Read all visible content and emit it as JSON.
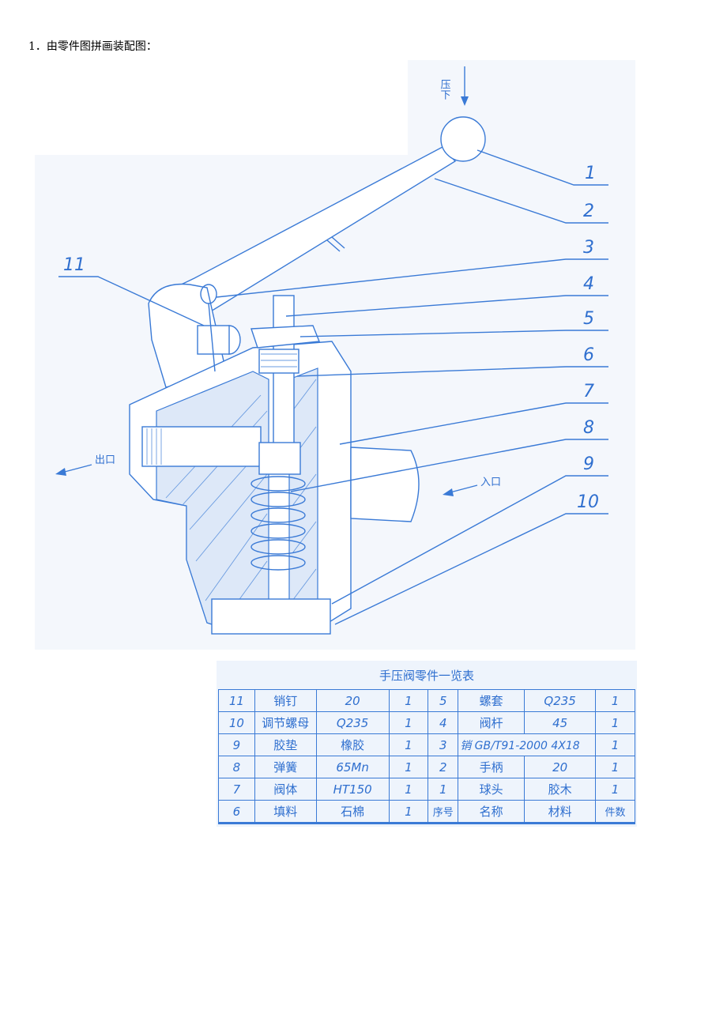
{
  "heading": "1．由零件图拼画装配图：",
  "drawing": {
    "callouts": [
      "1",
      "2",
      "3",
      "4",
      "5",
      "6",
      "7",
      "8",
      "9",
      "10",
      "11"
    ],
    "labels": {
      "press_down": "压下",
      "outlet": "出口",
      "inlet": "入口"
    }
  },
  "table": {
    "title": "手压阀零件一览表",
    "rows": [
      [
        "11",
        "销钉",
        "20",
        "1",
        "5",
        "螺套",
        "Q235",
        "1"
      ],
      [
        "10",
        "调节螺母",
        "Q235",
        "1",
        "4",
        "阀杆",
        "45",
        "1"
      ],
      [
        "9",
        "胶垫",
        "橡胶",
        "1",
        "3",
        "销 GB/T91-2000 4X18",
        "",
        "1"
      ],
      [
        "8",
        "弹簧",
        "65Mn",
        "1",
        "2",
        "手柄",
        "20",
        "1"
      ],
      [
        "7",
        "阀体",
        "HT150",
        "1",
        "1",
        "球头",
        "胶木",
        "1"
      ],
      [
        "6",
        "填料",
        "石棉",
        "1",
        "序号",
        "名称",
        "材料",
        "件数"
      ]
    ]
  }
}
